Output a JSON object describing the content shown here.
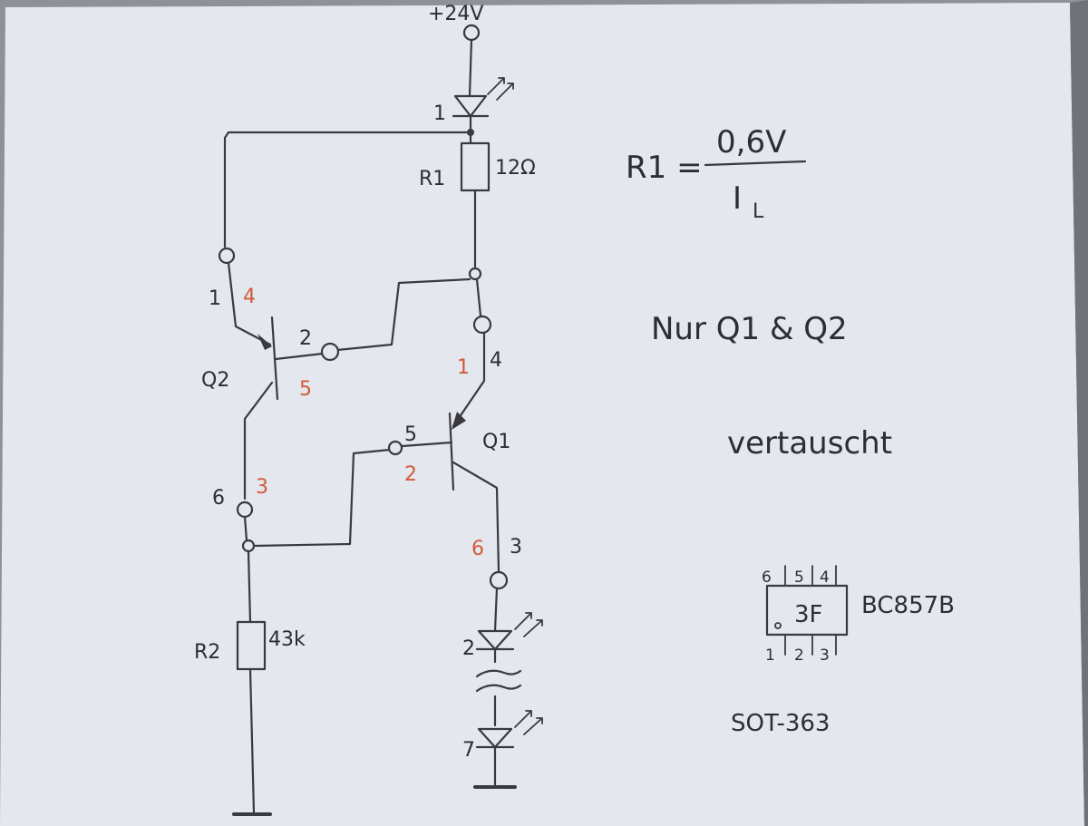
{
  "supply": {
    "label": "+24V"
  },
  "components": {
    "led_top": {
      "label": "1"
    },
    "r1": {
      "name": "R1",
      "value": "12Ω"
    },
    "r2": {
      "name": "R2",
      "value": "43k"
    },
    "q1": {
      "name": "Q1"
    },
    "q2": {
      "name": "Q2"
    },
    "led_mid": {
      "label": "2"
    },
    "led_bottom": {
      "label": "7"
    }
  },
  "pins": {
    "q2_left_top": "1",
    "q2_red_top": "4",
    "q2_base": "2",
    "q2_red_base": "5",
    "q2_left_bottom": "6",
    "q2_red_bottom": "3",
    "q1_red_top": "1",
    "q1_top": "4",
    "q1_base": "5",
    "q1_red_base": "2",
    "q1_red_bottom": "6",
    "q1_bottom": "3"
  },
  "formula": {
    "lhs": "R1 =",
    "numerator": "0,6V",
    "denominator": "I",
    "denominator_sub": "L"
  },
  "note": {
    "line1": "Nur Q1 & Q2",
    "line2": "vertauscht"
  },
  "package": {
    "marking": "3F",
    "part": "BC857B",
    "type": "SOT-363",
    "top_pins": [
      "6",
      "5",
      "4"
    ],
    "bottom_pins": [
      "1",
      "2",
      "3"
    ]
  },
  "colors": {
    "paper": "#e4e7ee",
    "ink": "#3a3a3e",
    "pin_red": "#d25a3a"
  }
}
